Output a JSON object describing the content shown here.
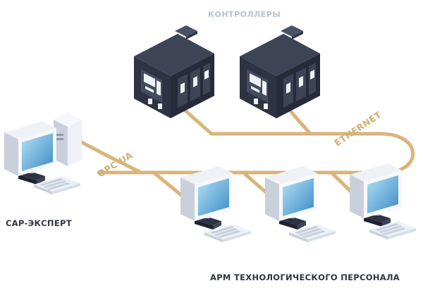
{
  "labels": {
    "controllers": "КОНТРОЛЛЕРЫ",
    "sar_expert": "САР-ЭКСПЕРТ",
    "operator_stations": "АРМ ТЕХНОЛОГИЧЕСКОГО ПЕРСОНАЛА",
    "ethernet": "ETHERNET",
    "opc_ua": "OPC UA"
  },
  "colors": {
    "cable": "#d9b47a",
    "device_dark": "#2e3343",
    "device_mid": "#3d4456",
    "screen": "#3d8fc8",
    "screen_light": "#9fd3ee",
    "case_light": "#eef1f6",
    "case_shade": "#c9d0db"
  },
  "nodes": [
    {
      "id": "plc-1",
      "type": "controller",
      "group": "controllers"
    },
    {
      "id": "plc-2",
      "type": "controller",
      "group": "controllers"
    },
    {
      "id": "sar-expert",
      "type": "workstation",
      "group": "sar_expert"
    },
    {
      "id": "arm-1",
      "type": "workstation",
      "group": "operator_stations"
    },
    {
      "id": "arm-2",
      "type": "workstation",
      "group": "operator_stations"
    },
    {
      "id": "arm-3",
      "type": "workstation",
      "group": "operator_stations"
    }
  ],
  "edges": [
    {
      "from": "sar-expert",
      "to": "ethernet-bus",
      "label": "opc_ua"
    },
    {
      "from": "plc-1",
      "to": "ethernet-bus"
    },
    {
      "from": "plc-2",
      "to": "ethernet-bus"
    },
    {
      "from": "arm-1",
      "to": "ethernet-bus"
    },
    {
      "from": "arm-2",
      "to": "ethernet-bus"
    },
    {
      "from": "arm-3",
      "to": "ethernet-bus"
    }
  ]
}
